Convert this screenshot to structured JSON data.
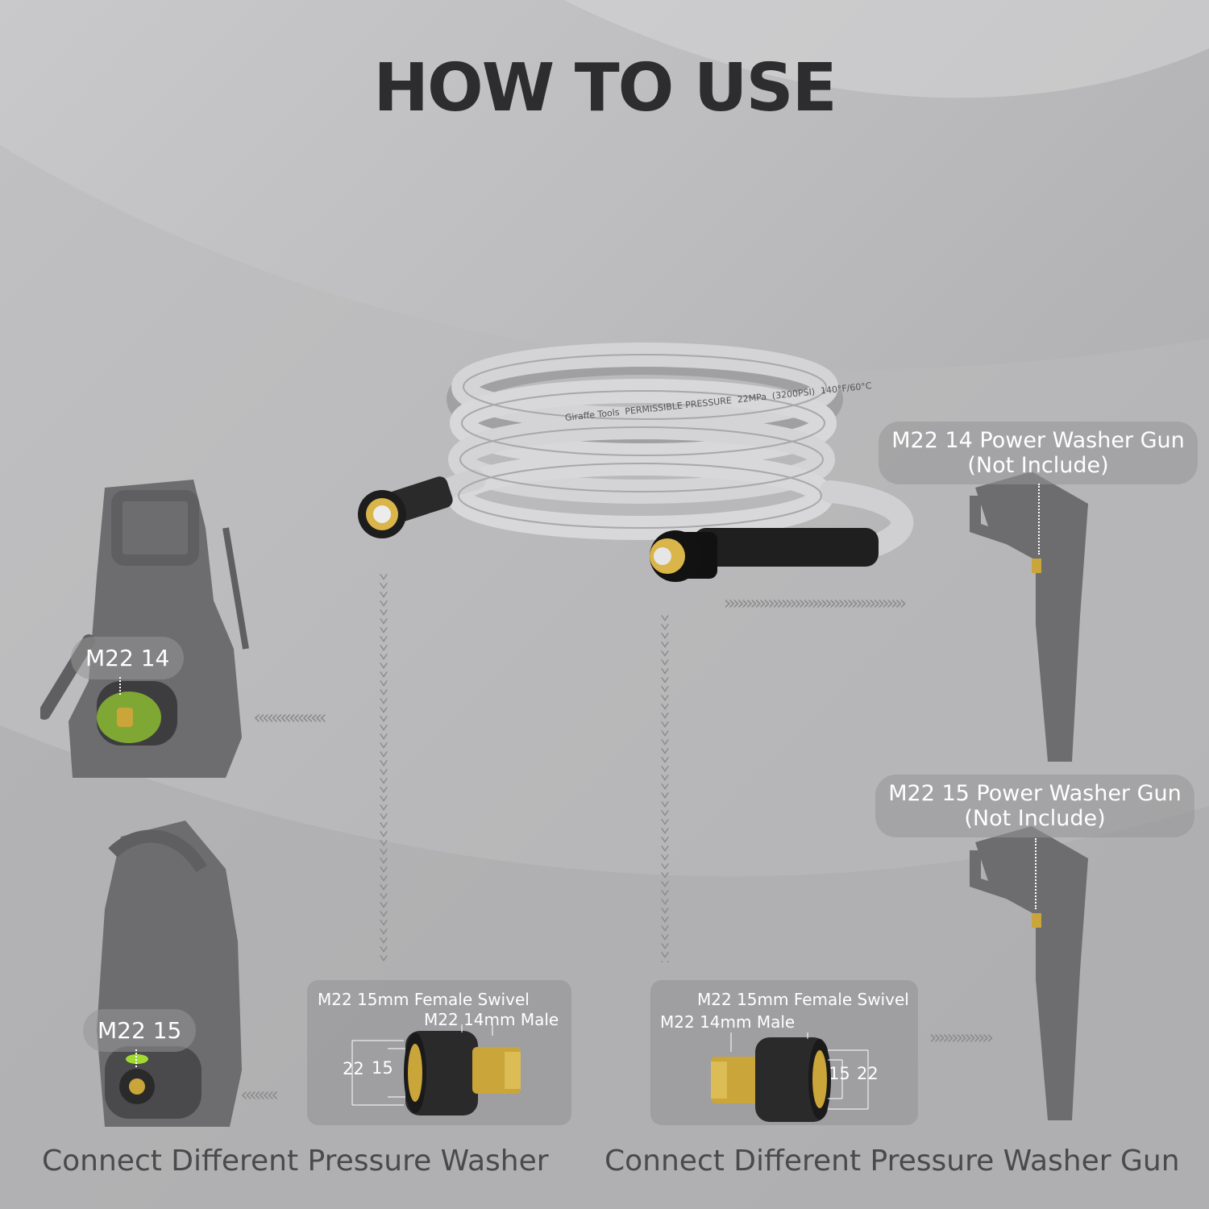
{
  "header": {
    "title": "HOW TO USE"
  },
  "hose": {
    "printing": [
      "Giraffe Tools",
      "PERMISSIBLE PRESSURE",
      "22MPa",
      "(3200PSI)",
      "140°F/60°C"
    ]
  },
  "washer_left": {
    "top_label": "M22 14",
    "bottom_label": "M22 15",
    "caption": "Connect Different Pressure Washer"
  },
  "guns_right": {
    "gun1_label_line1": "M22 14 Power Washer Gun",
    "gun1_label_line2": "(Not Include)",
    "gun2_label_line1": "M22 15 Power Washer Gun",
    "gun2_label_line2": "(Not Include)",
    "caption": "Connect Different Pressure Washer Gun"
  },
  "adapter_left": {
    "female_label": "M22 15mm Female Swivel",
    "male_label": "M22 14mm Male",
    "dim_outer": "22",
    "dim_inner": "15"
  },
  "adapter_right": {
    "female_label": "M22 15mm Female Swivel",
    "male_label": "M22 14mm Male",
    "dim_inner": "15",
    "dim_outer": "22"
  },
  "colors": {
    "title": "#2d2d2f",
    "accent_green": "#b7ff2a",
    "brass": "#c9a53a",
    "silhouette": "#6d6d6f"
  },
  "icons": [
    "chevron-right-icon",
    "chevron-left-icon",
    "chevron-down-icon"
  ]
}
